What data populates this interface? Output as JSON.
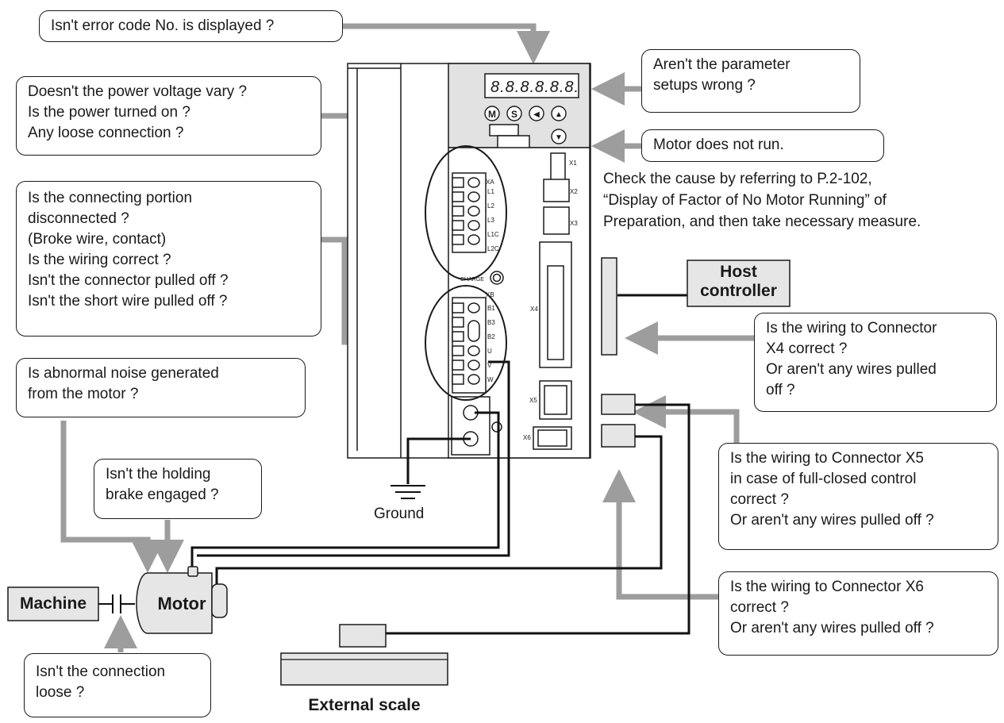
{
  "callouts": {
    "error_code": "Isn't error code No. is displayed ?",
    "parameter": [
      "Aren't the parameter",
      "setups wrong ?"
    ],
    "power": [
      "Doesn't the power voltage vary ?",
      "Is the power turned on ?",
      "Any loose connection ?"
    ],
    "motor_not_run": "Motor does not run.",
    "connecting": [
      "Is the connecting portion",
      "disconnected ?",
      "(Broke wire, contact)",
      "Is the wiring correct ?",
      "Isn't the connector pulled off ?",
      "Isn't the short wire pulled off ?"
    ],
    "noise": [
      "Is abnormal noise generated",
      "from the motor ?"
    ],
    "brake": [
      "Isn't the holding",
      "brake engaged ?"
    ],
    "connection_loose": [
      "Isn't the connection",
      "loose ?"
    ],
    "x4": [
      "Is the wiring to Connector",
      "X4 correct ?",
      "Or aren't any wires pulled",
      "off ?"
    ],
    "x5": [
      "Is the wiring to Connector X5",
      "in case of full-closed control",
      "correct ?",
      "Or aren't any wires pulled off ?"
    ],
    "x6": [
      "Is the wiring to Connector X6",
      "correct ?",
      "Or aren't any wires pulled off ?"
    ]
  },
  "note": [
    "Check the cause by referring to P.2-102,",
    "“Display of Factor of No Motor Running” of",
    "Preparation, and then take necessary measure."
  ],
  "labels": {
    "host_controller": [
      "Host",
      "controller"
    ],
    "machine": "Machine",
    "motor": "Motor",
    "ground": "Ground",
    "external_scale": "External scale"
  },
  "driver": {
    "display": "8.8.8.8.8.8.",
    "keys": [
      "M",
      "S",
      "◀",
      "▲",
      "▼"
    ],
    "terminals_xa": [
      "XA",
      "L1",
      "L2",
      "L3",
      "L1C",
      "L2C"
    ],
    "terminals_xb": [
      "XB",
      "B1",
      "B3",
      "B2",
      "U",
      "V",
      "W"
    ],
    "connectors": [
      "X1",
      "X2",
      "X3",
      "X4",
      "X5",
      "X6"
    ],
    "charge": "CHARGE"
  }
}
